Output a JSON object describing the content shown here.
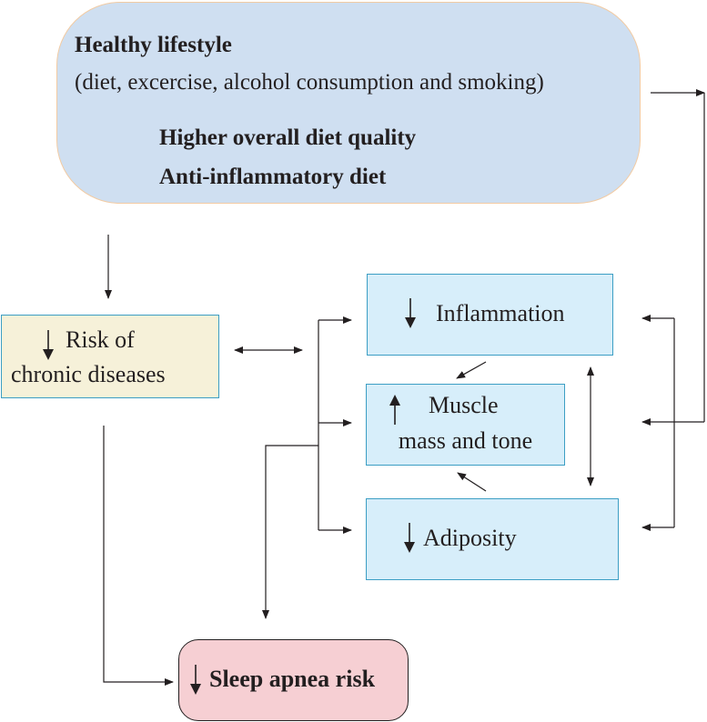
{
  "lifestyle": {
    "title": "Healthy lifestyle",
    "subtitle": "(diet, excercise, alcohol consumption and smoking)",
    "bullet1": "Higher overall diet quality",
    "bullet2": "Anti-inflammatory diet"
  },
  "chronic": {
    "line1": "Risk of",
    "line2": "chronic diseases",
    "indicator": "arrow-down-icon"
  },
  "inflammation": {
    "label": "Inflammation",
    "indicator": "arrow-down-icon"
  },
  "muscle": {
    "line1": "Muscle",
    "line2": "mass and tone",
    "indicator": "arrow-up-icon"
  },
  "adiposity": {
    "label": "Adiposity",
    "indicator": "arrow-down-icon"
  },
  "sleep": {
    "label": "Sleep apnea risk",
    "indicator": "arrow-down-icon"
  },
  "colors": {
    "lifestyle_fill": "#cfdff1",
    "chronic_fill": "#f6f1d9",
    "mechanism_fill": "#d7eefa",
    "outcome_fill": "#f6cfd3",
    "box_border": "#3c9ec4",
    "line": "#231f20"
  }
}
